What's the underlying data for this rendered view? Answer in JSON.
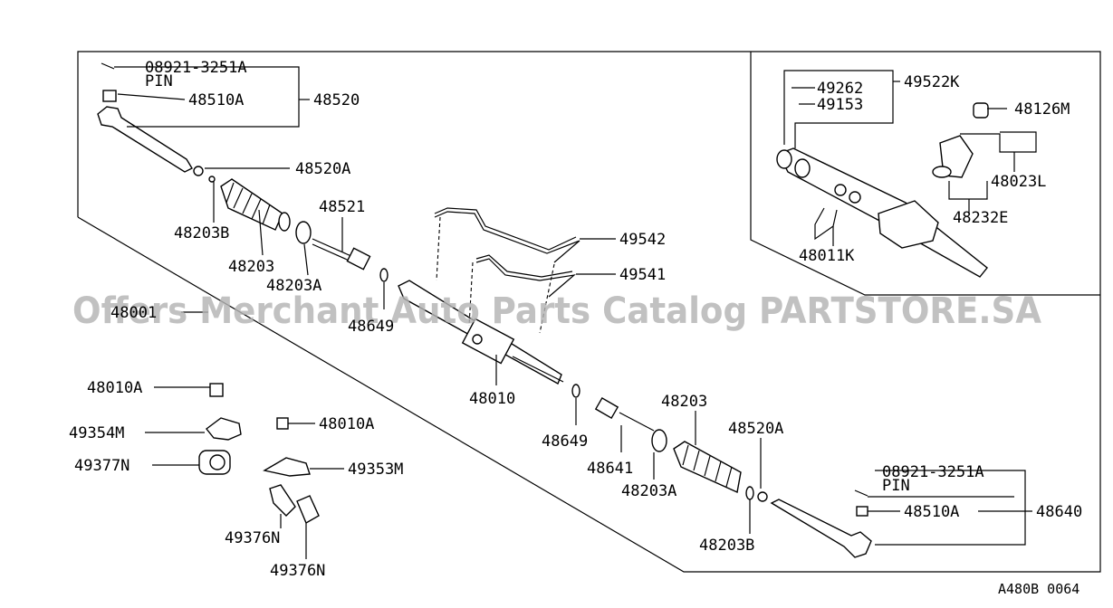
{
  "callouts": {
    "pin_part_top": "08921-3251A",
    "pin_text_top": "PIN",
    "stud_top": "48510A",
    "tie_rod_end_left": "48520",
    "clip_left_upper": "48520A",
    "band_left": "48203B",
    "boot_left": "48203",
    "clamp_left": "48203A",
    "inner_socket_left": "48521",
    "tube_upper": "49542",
    "tube_lower": "49541",
    "washer_left": "48649",
    "gear_assembly": "48001",
    "rack_housing": "48010",
    "washer_right": "48649",
    "inner_socket_right": "48641",
    "boot_right": "48203",
    "clamp_right": "48203A",
    "clip_right": "48520A",
    "band_right": "48203B",
    "pin_part_bottom": "08921-3251A",
    "pin_text_bottom": "PIN",
    "stud_bottom": "48510A",
    "tie_rod_end_right": "48640",
    "bolt_mount_1": "48010A",
    "bracket_1": "49354M",
    "insulator_1": "49377N",
    "bolt_mount_2": "48010A",
    "bracket_2": "49353M",
    "bush_1": "49376N",
    "bush_2": "49376N",
    "inset_seal_kit": "49522K",
    "inset_seal_1": "49262",
    "inset_seal_2": "49153",
    "inset_cap": "48126M",
    "inset_valve": "48023L",
    "inset_oring": "48232E",
    "inset_housing": "48011K"
  },
  "watermark": "Offers Merchant Auto Parts Catalog PARTSTORE.SA",
  "diagram_code": "A480B 0064"
}
